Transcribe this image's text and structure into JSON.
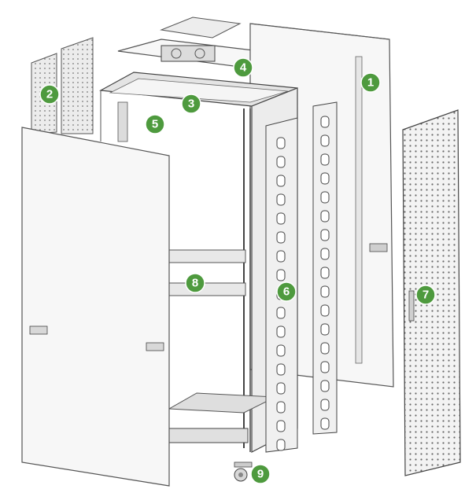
{
  "diagram": {
    "callouts": [
      {
        "id": "c1",
        "label": "1"
      },
      {
        "id": "c2",
        "label": "2"
      },
      {
        "id": "c3",
        "label": "3"
      },
      {
        "id": "c4",
        "label": "4"
      },
      {
        "id": "c5",
        "label": "5"
      },
      {
        "id": "c6",
        "label": "6"
      },
      {
        "id": "c7",
        "label": "7"
      },
      {
        "id": "c8",
        "label": "8"
      },
      {
        "id": "c9",
        "label": "9"
      }
    ]
  },
  "colors": {
    "badge": "#4e9a3e",
    "line": "#555555",
    "panel": "#f7f7f7"
  }
}
